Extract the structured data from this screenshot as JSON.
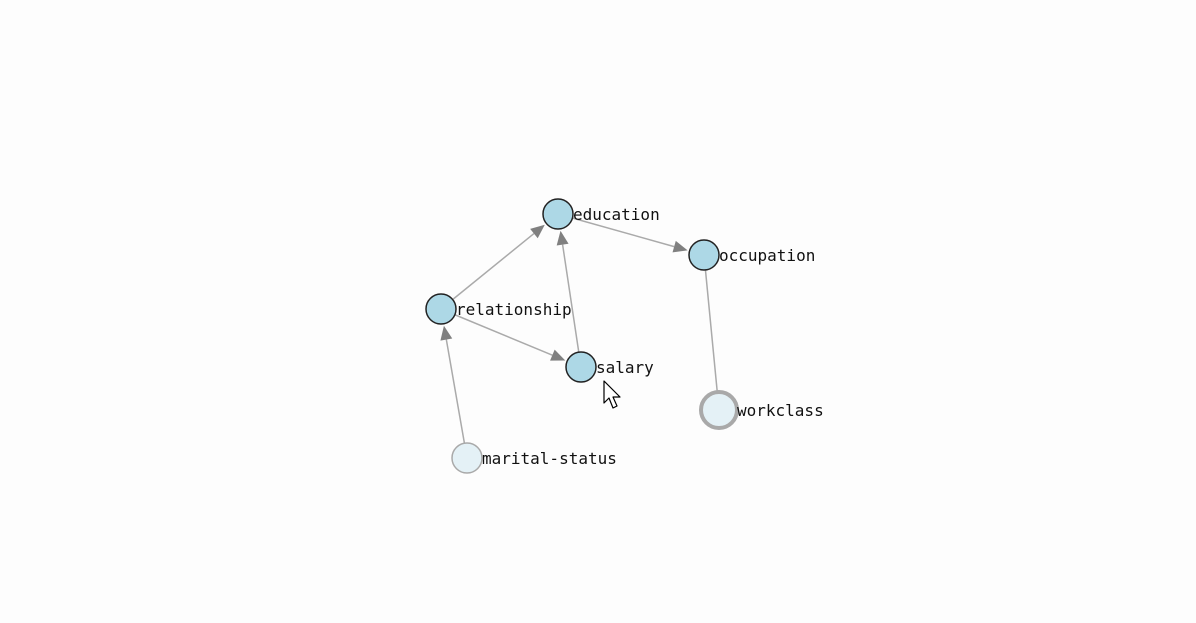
{
  "graph": {
    "colors": {
      "node_fill": "#add8e6",
      "node_stroke": "#222222",
      "faded_fill": "#e4f1f6",
      "faded_stroke": "#a9a9a9",
      "edge": "#aaaaaa",
      "arrowhead": "#808080",
      "background": "#fdfdfd"
    },
    "nodes": [
      {
        "id": "education",
        "label": "education",
        "state": "normal"
      },
      {
        "id": "occupation",
        "label": "occupation",
        "state": "normal"
      },
      {
        "id": "relationship",
        "label": "relationship",
        "state": "normal"
      },
      {
        "id": "salary",
        "label": "salary",
        "state": "normal"
      },
      {
        "id": "workclass",
        "label": "workclass",
        "state": "selected-faded"
      },
      {
        "id": "marital-status",
        "label": "marital-status",
        "state": "faded"
      }
    ],
    "edges": [
      {
        "from": "relationship",
        "to": "education"
      },
      {
        "from": "education",
        "to": "occupation"
      },
      {
        "from": "salary",
        "to": "education"
      },
      {
        "from": "relationship",
        "to": "salary"
      },
      {
        "from": "occupation",
        "to": "workclass"
      },
      {
        "from": "marital-status",
        "to": "relationship"
      }
    ],
    "cursor": "mouse-pointer-icon"
  }
}
